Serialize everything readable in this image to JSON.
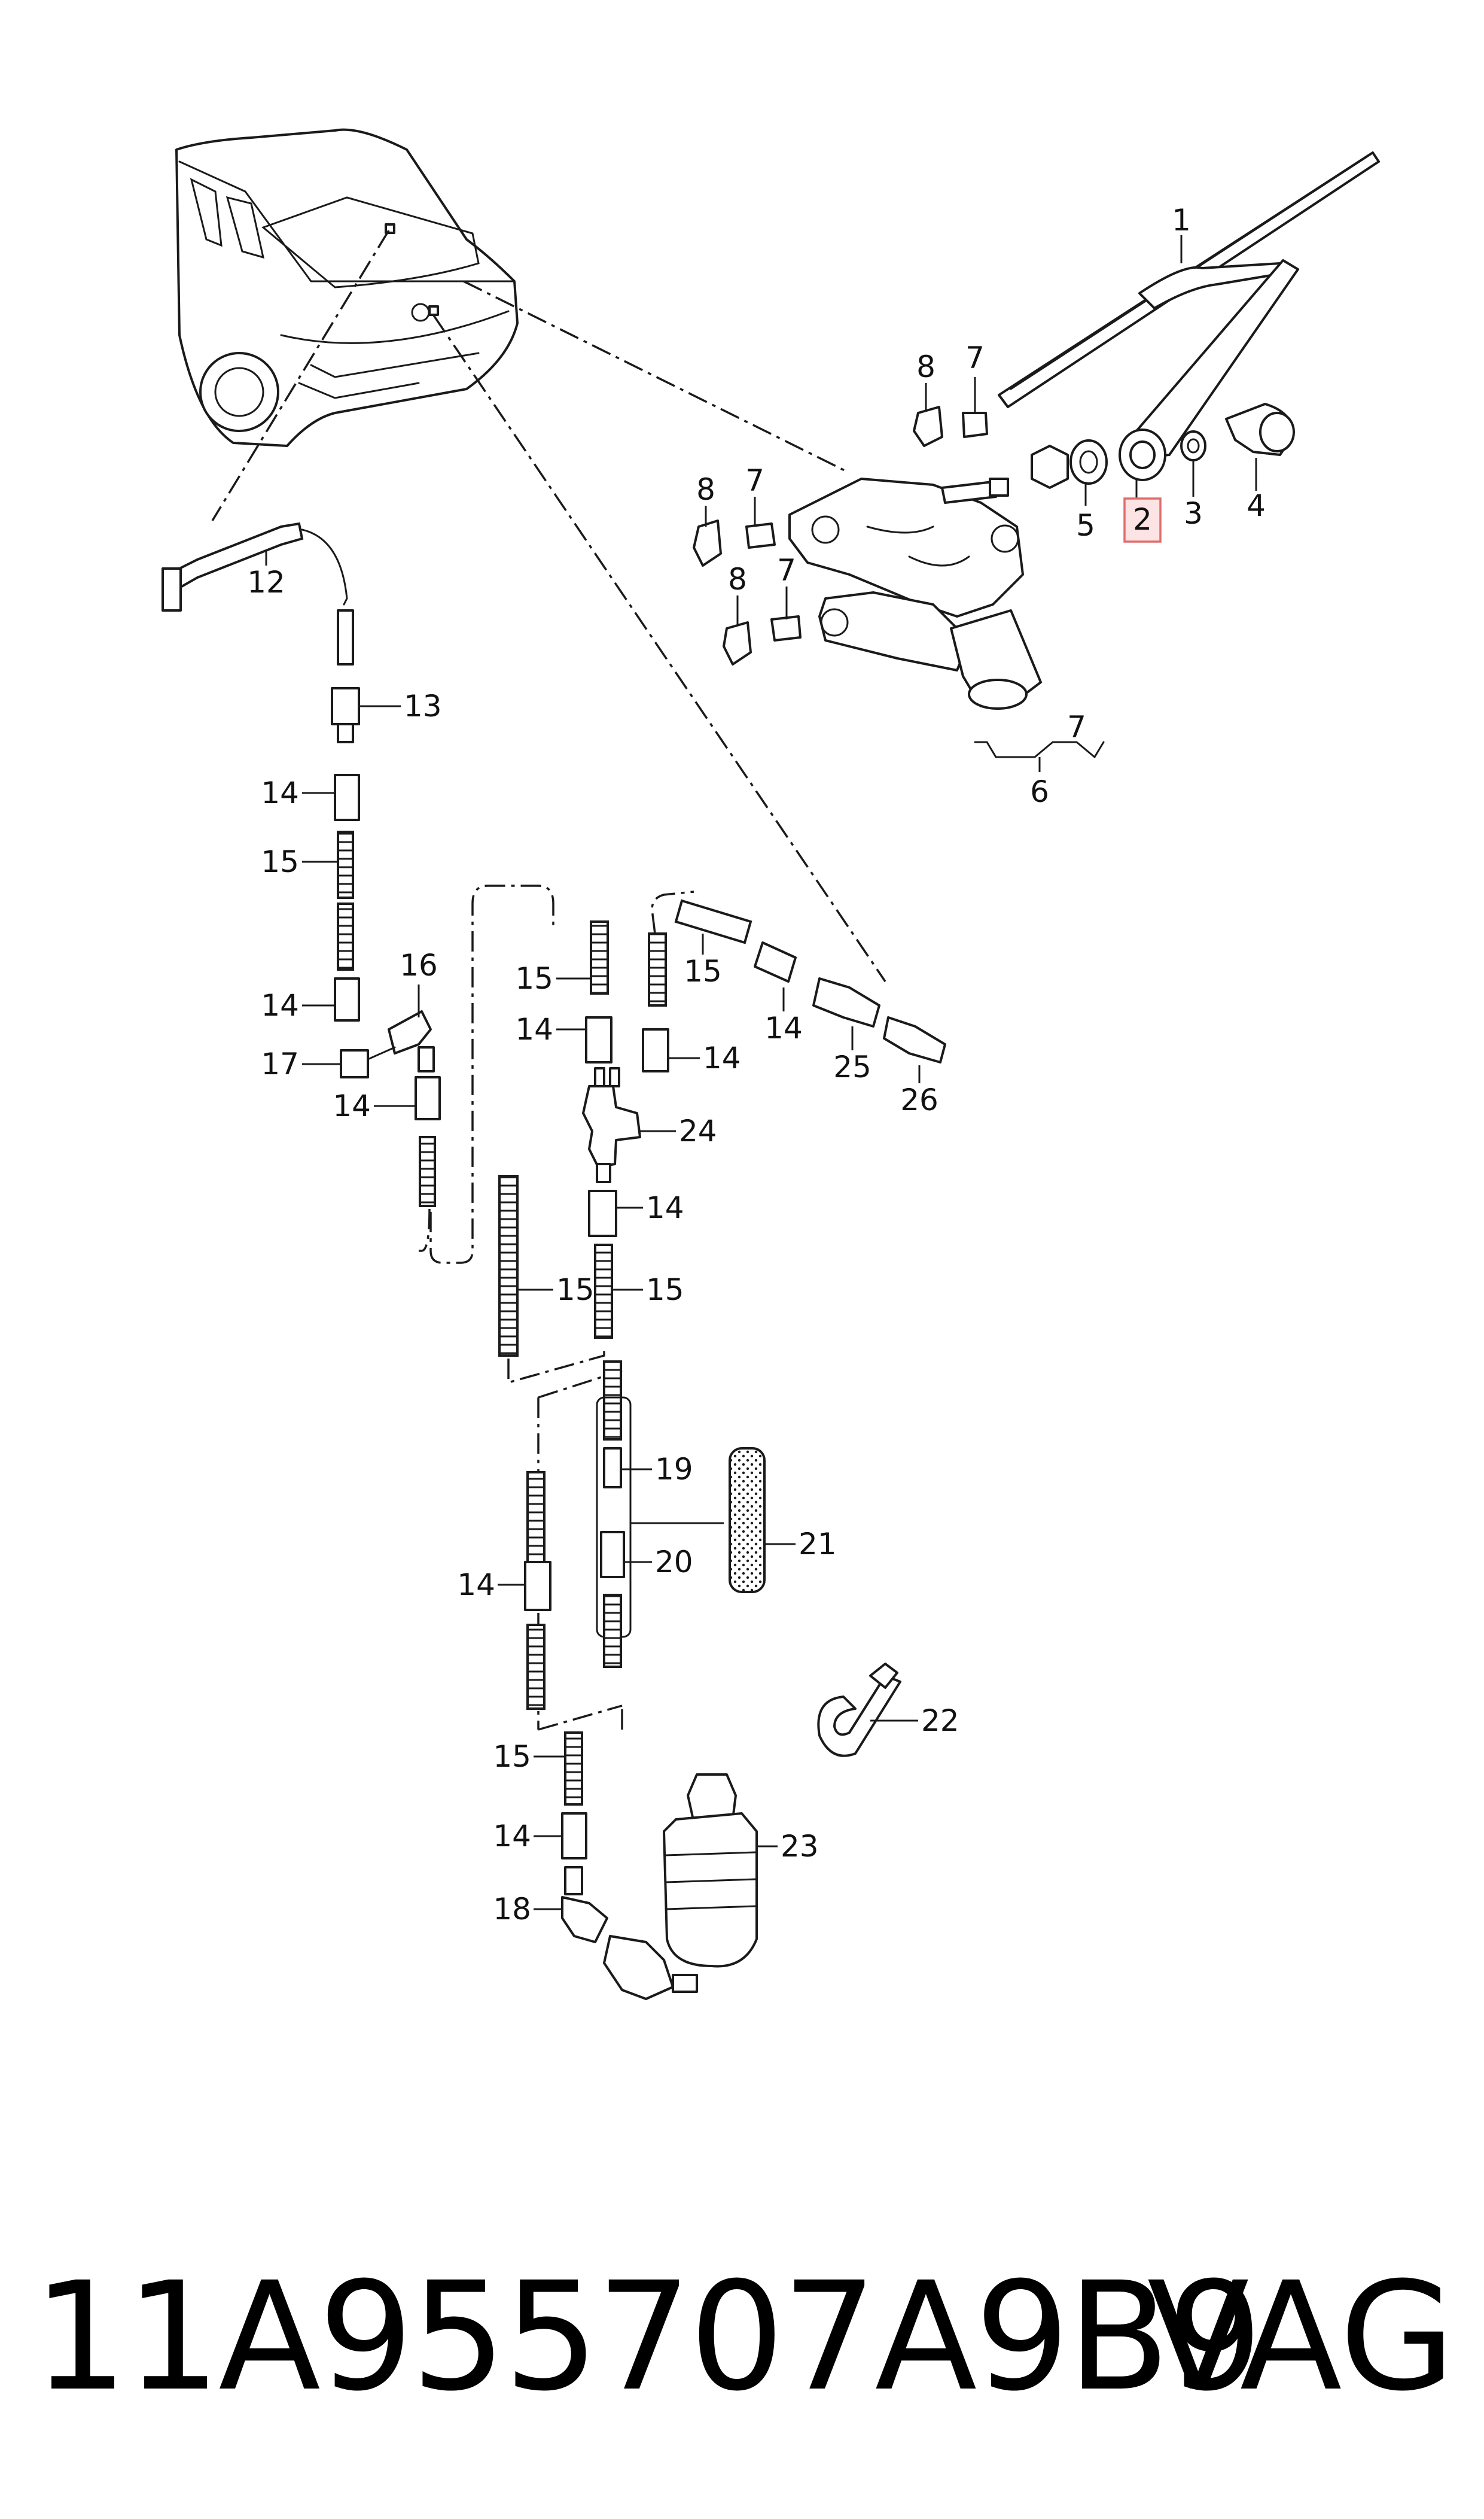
{
  "diagram": {
    "callouts": [
      {
        "id": "callout-1",
        "text": "1"
      },
      {
        "id": "callout-2",
        "text": "2"
      },
      {
        "id": "callout-3",
        "text": "3"
      },
      {
        "id": "callout-4",
        "text": "4"
      },
      {
        "id": "callout-5",
        "text": "5"
      },
      {
        "id": "callout-6",
        "text": "6"
      },
      {
        "id": "callout-7",
        "text": "7"
      },
      {
        "id": "callout-8",
        "text": "8"
      },
      {
        "id": "callout-12",
        "text": "12"
      },
      {
        "id": "callout-13",
        "text": "13"
      },
      {
        "id": "callout-14",
        "text": "14"
      },
      {
        "id": "callout-15",
        "text": "15"
      },
      {
        "id": "callout-16",
        "text": "16"
      },
      {
        "id": "callout-17",
        "text": "17"
      },
      {
        "id": "callout-18",
        "text": "18"
      },
      {
        "id": "callout-19",
        "text": "19"
      },
      {
        "id": "callout-20",
        "text": "20"
      },
      {
        "id": "callout-21",
        "text": "21"
      },
      {
        "id": "callout-22",
        "text": "22"
      },
      {
        "id": "callout-23",
        "text": "23"
      },
      {
        "id": "callout-24",
        "text": "24"
      },
      {
        "id": "callout-25",
        "text": "25"
      },
      {
        "id": "callout-26",
        "text": "26"
      }
    ],
    "highlighted_callout": "2",
    "highlight_color": "#e06d6d"
  },
  "footer": {
    "part_number": "11A955707A9B9",
    "brand": "VAG"
  }
}
